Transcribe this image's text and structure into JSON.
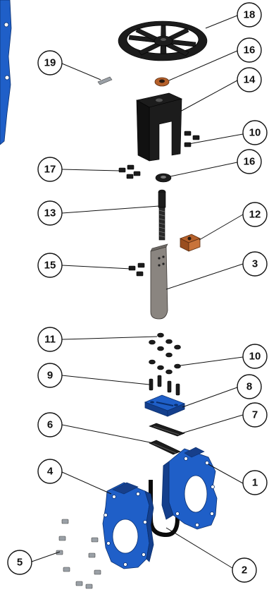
{
  "callouts": [
    {
      "id": "c18",
      "label": "18"
    },
    {
      "id": "c16a",
      "label": "16"
    },
    {
      "id": "c19",
      "label": "19"
    },
    {
      "id": "c14",
      "label": "14"
    },
    {
      "id": "c10a",
      "label": "10"
    },
    {
      "id": "c17",
      "label": "17"
    },
    {
      "id": "c16b",
      "label": "16"
    },
    {
      "id": "c13",
      "label": "13"
    },
    {
      "id": "c12",
      "label": "12"
    },
    {
      "id": "c15",
      "label": "15"
    },
    {
      "id": "c3",
      "label": "3"
    },
    {
      "id": "c11",
      "label": "11"
    },
    {
      "id": "c10b",
      "label": "10"
    },
    {
      "id": "c9",
      "label": "9"
    },
    {
      "id": "c8",
      "label": "8"
    },
    {
      "id": "c6",
      "label": "6"
    },
    {
      "id": "c7",
      "label": "7"
    },
    {
      "id": "c4",
      "label": "4"
    },
    {
      "id": "c1",
      "label": "1"
    },
    {
      "id": "c5",
      "label": "5"
    },
    {
      "id": "c2",
      "label": "2"
    }
  ],
  "colors": {
    "blue_body": "#1f5fc8",
    "black_parts": "#1c1c1c",
    "gate_grey": "#8a8580",
    "nut_bronze": "#b5602a",
    "outline": "#111111"
  }
}
